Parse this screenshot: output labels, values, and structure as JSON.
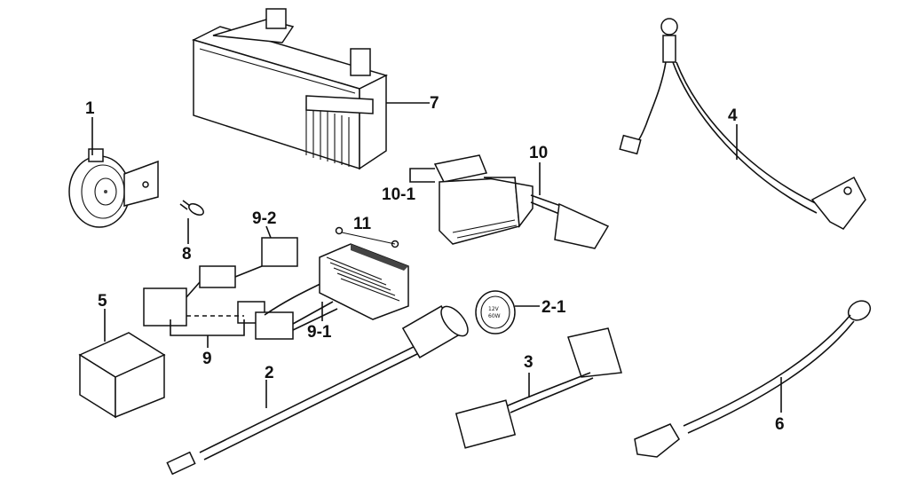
{
  "callouts": {
    "c1": "1",
    "c7": "7",
    "c8": "8",
    "c4": "4",
    "c10": "10",
    "c10_1": "10-1",
    "c9_2": "9-2",
    "c11": "11",
    "c5": "5",
    "c2_1": "2-1",
    "c9_1": "9-1",
    "c9": "9",
    "c2": "2",
    "c3": "3",
    "c6": "6"
  },
  "socket": {
    "voltage": "12V",
    "watt": "60W"
  }
}
